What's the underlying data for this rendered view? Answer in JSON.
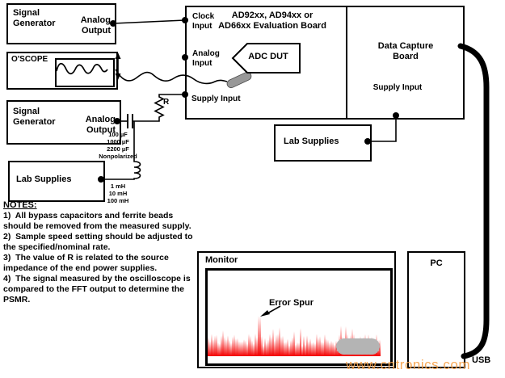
{
  "colors": {
    "noise_red": "#f40000",
    "watermark_orange": "#f7a24a",
    "probe_gray": "#989898",
    "blob_gray": "#b4b4b4"
  },
  "signal_generator_top": {
    "title": "Signal Generator",
    "port": "Analog Output"
  },
  "oscilloscope": {
    "title": "O'SCOPE"
  },
  "signal_generator_bottom": {
    "title": "Signal Generator",
    "port": "Analog Output"
  },
  "lab_supplies_left": {
    "title": "Lab Supplies"
  },
  "evaluation_board": {
    "title": "AD92xx, AD94xx or AD66xx Evaluation Board",
    "clock_port": "Clock Input",
    "analog_port": "Analog Input",
    "supply_port": "Supply Input",
    "adc_label": "ADC DUT"
  },
  "data_capture_board": {
    "title": "Data Capture Board",
    "supply_port": "Supply Input"
  },
  "lab_supplies_right": {
    "title": "Lab Supplies"
  },
  "components": {
    "resistor_label": "R",
    "capacitor_values": [
      "100 µF",
      "1000 µF",
      "2200 µF",
      "Nonpolarized"
    ],
    "inductor_values": [
      "1 mH",
      "10 mH",
      "100 mH"
    ]
  },
  "monitor": {
    "title": "Monitor",
    "annotation": "Error Spur"
  },
  "pc": {
    "title": "PC"
  },
  "cable_label": "USB",
  "notes": {
    "heading": "NOTES:",
    "items": [
      "1)  All bypass capacitors and ferrite beads should be removed from the measured supply.",
      "2)  Sample speed setting should be adjusted to the specified/nominal rate.",
      "3)  The value of R is related to the source impedance of the end power supplies.",
      "4)  The signal measured by the oscilloscope is compared to the FFT output to determine the PSMR."
    ]
  },
  "watermark": "www.cntronics.com"
}
